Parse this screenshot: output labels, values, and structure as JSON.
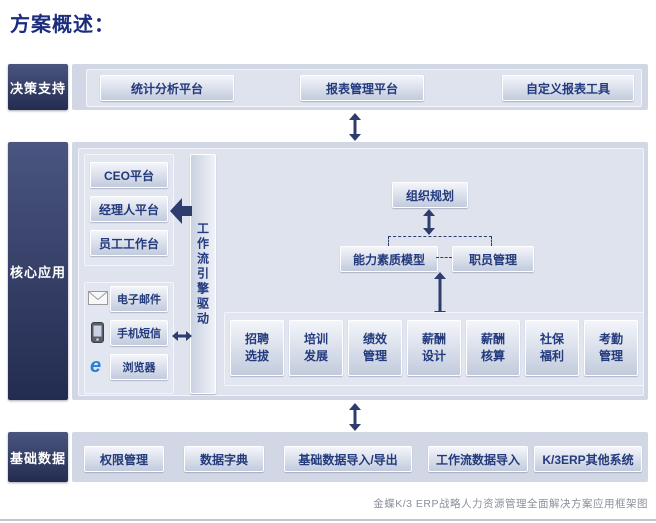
{
  "title": "方案概述：",
  "caption": "金蝶K/3 ERP战略人力资源管理全面解决方案应用框架图",
  "decision": {
    "label": "决策支持",
    "items": [
      "统计分析平台",
      "报表管理平台",
      "自定义报表工具"
    ]
  },
  "core": {
    "label": "核心应用",
    "portals": [
      "CEO平台",
      "经理人平台",
      "员工工作台"
    ],
    "channels": [
      "电子邮件",
      "手机短信",
      "浏览器"
    ],
    "engine": "工作流引擎驱动",
    "org_planning": "组织规划",
    "competency_model": "能力素质模型",
    "staff_mgmt": "职员管理",
    "modules": [
      "招聘\n选拔",
      "培训\n发展",
      "绩效\n管理",
      "薪酬\n设计",
      "薪酬\n核算",
      "社保\n福利",
      "考勤\n管理"
    ]
  },
  "base": {
    "label": "基础数据",
    "items": [
      "权限管理",
      "数据字典",
      "基础数据导入/导出",
      "工作流数据导入",
      "K/3ERP其他系统"
    ]
  },
  "icons": {
    "browser_glyph": "e"
  },
  "colors": {
    "title": "#1b2d7c",
    "band_label_top": "#4a5580",
    "band_label_bottom": "#232c50",
    "band_bg": "#d2d7e5",
    "panel_bg": "#dee3ee",
    "subpanel_bg": "#e2e6f1",
    "box_grad_top": "#f3f5fa",
    "box_grad_bottom": "#c2cbdd",
    "box_text": "#233a7d",
    "arrow": "#2f3c6e",
    "ie_blue": "#2a7fd4",
    "caption": "#8a909b"
  }
}
